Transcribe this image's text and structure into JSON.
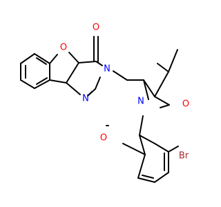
{
  "diagram": {
    "type": "chemical-structure",
    "atom_labels": {
      "o_carbonyl": "O",
      "o_furan": "O",
      "n_pyrimidine_3": "N",
      "n_pyrimidine_1": "N",
      "o_oxazole": "O",
      "n_oxazole": "N",
      "o_methoxy": "O",
      "br": "Br"
    },
    "colors": {
      "bond": "#000000",
      "oxygen": "#ff0000",
      "nitrogen": "#0000ff",
      "bromine": "#a52a2a"
    }
  }
}
